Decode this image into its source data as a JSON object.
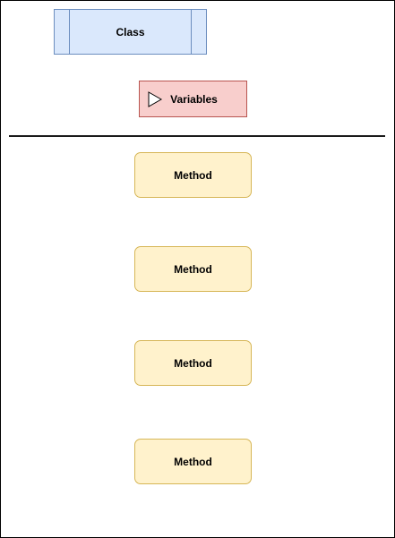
{
  "diagram": {
    "class_label": "Class",
    "variables_label": "Variables",
    "variables_icon": "play-triangle-icon",
    "methods": [
      {
        "label": "Method"
      },
      {
        "label": "Method"
      },
      {
        "label": "Method"
      },
      {
        "label": "Method"
      }
    ],
    "colors": {
      "class_fill": "#dae8fc",
      "class_stroke": "#6c8ebf",
      "variables_fill": "#f8cecc",
      "variables_stroke": "#b85450",
      "method_fill": "#fff2cc",
      "method_stroke": "#d6b656",
      "divider": "#1a1a1a"
    }
  }
}
